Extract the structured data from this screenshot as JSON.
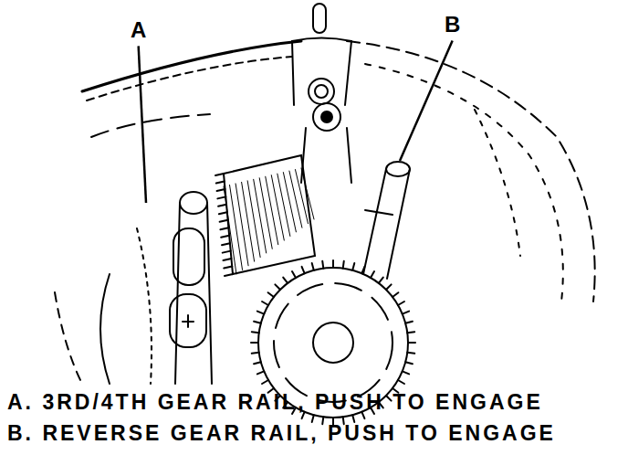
{
  "diagram": {
    "labels": [
      "A",
      "B",
      "A. 3RD/4TH GEAR RAIL, PUSH TO ENGAGE",
      "B. REVERSE GEAR RAIL, PUSH TO ENGAGE"
    ]
  }
}
